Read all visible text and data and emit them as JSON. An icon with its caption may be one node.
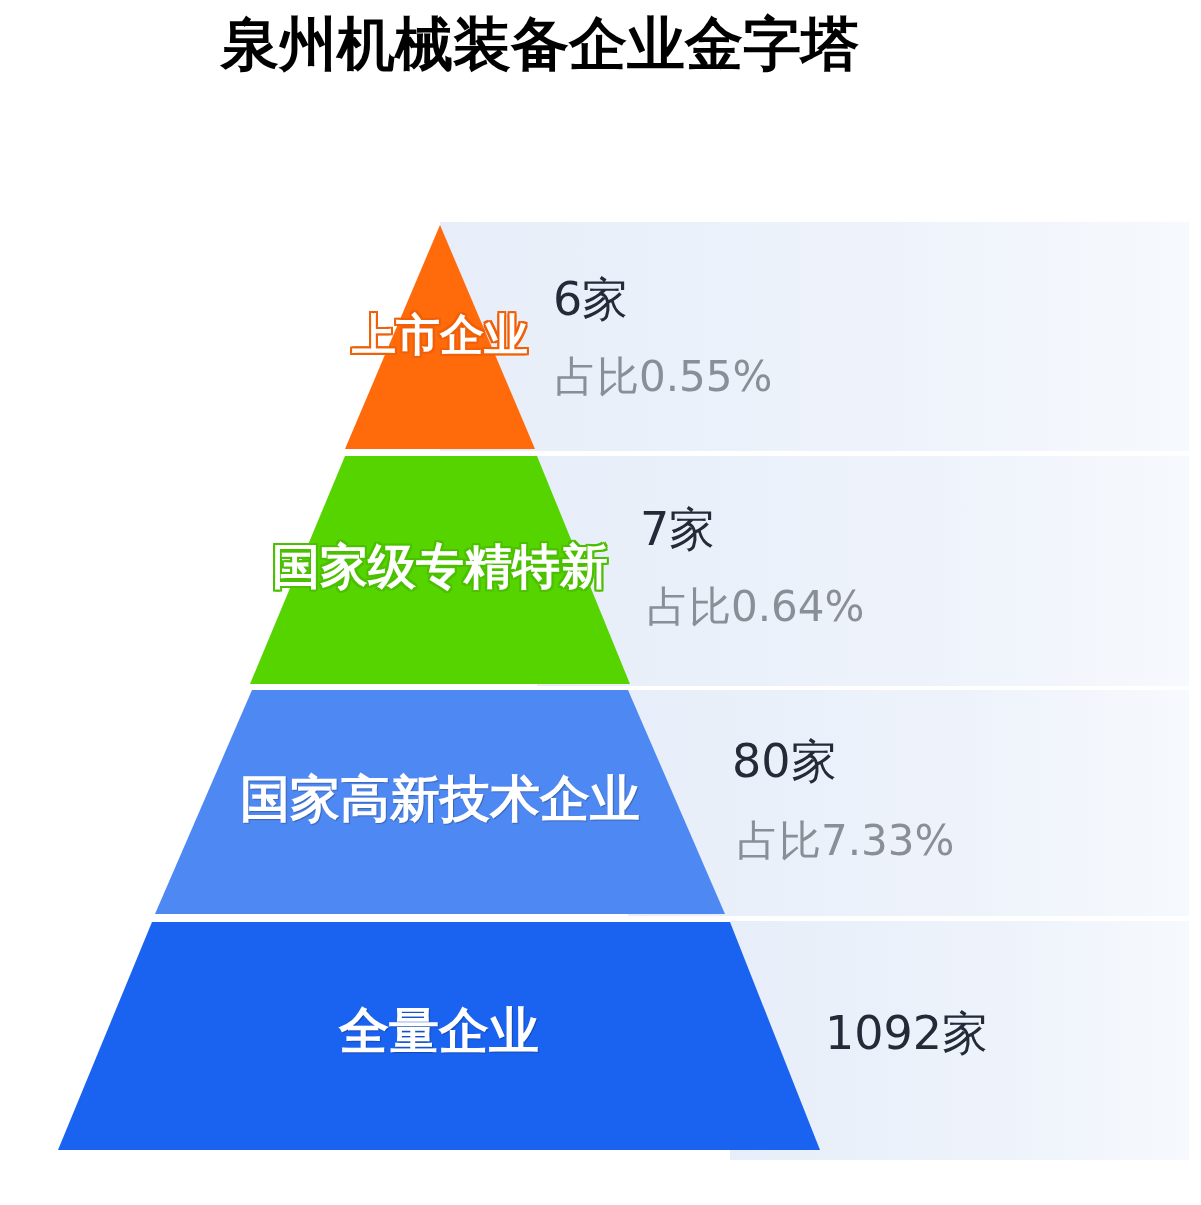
{
  "diagram": {
    "title": "泉州机械装备企业金字塔",
    "nodes": [
      {
        "text": [
          "上市企业"
        ],
        "beside": [
          "6家",
          "占比0.55%"
        ]
      },
      {
        "text": [
          "国家级专精特新"
        ],
        "beside": [
          "7家",
          "占比0.64%"
        ]
      },
      {
        "text": [
          "国家高新技术企业"
        ],
        "beside": [
          "80家",
          "占比7.33%"
        ]
      },
      {
        "text": [
          "全量企业"
        ],
        "beside": [
          "1092家"
        ]
      }
    ]
  }
}
